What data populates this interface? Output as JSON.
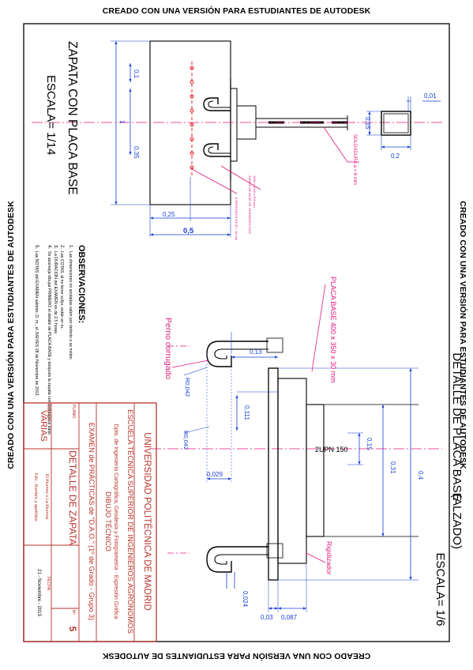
{
  "watermark": "CREADO CON UNA VERSIÓN PARA ESTUDIANTES DE AUTODESK",
  "zapata": {
    "title": "ZAPATA CON PLACA BASE",
    "scale": "ESCALA= 1/14",
    "dims": {
      "d01": "0,1",
      "d1": "1",
      "d035": "0,35",
      "d025": "0,25",
      "d05": "0,5",
      "d015": "0,15",
      "d02": "0,2",
      "d001": "0,01"
    },
    "callout_soldadura": "SOLDADURA a = 6 mm",
    "callout_zapata": "ZAPATA DE BASE DE HORMIGÓN H150",
    "callout_zapata2": "1000 x 1000 x 500 mm",
    "callout_redondos": "8 REDONDOS DE Ø = 18 mm"
  },
  "observaciones": {
    "title": "OBSERVACIONES:",
    "items": [
      {
        "num": "1.",
        "text": "Las dimensiones no acotadas salen por defecto o se miden."
      },
      {
        "num": "2.",
        "text": "Las COTAS, al no tener sufijo, están en m."
      },
      {
        "num": "3.",
        "text": "La DURACIÓN del EXAMEN es de 2,5 horas."
      },
      {
        "num": "4.",
        "text": "Se aconseja dibujar PRIMERO el detalle de PLACA BASE y después la zapata con dicha placa base."
      },
      {
        "num": "5.",
        "text": "Las NOTAS del EXAMEN saldrán, D. m., el JUEVES 28 de Noviembre de 2013."
      }
    ]
  },
  "placa": {
    "title": "DETALLE DE PLACA BASE",
    "subtitle": "(ALZADO)",
    "scale": "ESCALA= 1/6",
    "placa_label": "PLACA BASE 400 x 350 x 30 mm",
    "perno_label": "Perno corrugado",
    "rigidizador_label": "Rigidizador",
    "upn_label": "2UPN 150",
    "dims": {
      "d013": "0,13",
      "r0042a": "R0,042",
      "r0042b": "R0,042",
      "d0111": "0,111",
      "d0029": "0,029",
      "d015": "0,15",
      "d031": "0,31",
      "d04": "0,4",
      "d0024": "0,024",
      "d003": "0,03",
      "d0087": "0,087"
    }
  },
  "cajetin": {
    "university": "UNIVERSIDAD POLITÉCNICA DE MADRID",
    "school": "ESCUELA TÉCNICA SUPERIOR DE INGENIEROS AGRÓNOMOS",
    "dept": "Dpto. de Ingeniería Cartográfica, Geodesia y Fotogrametría - Expresión Gráfica",
    "subject": "DIBUJO TÉCNICO",
    "exam": "EXAMEN de PRÁCTICAS de \"D.A.O.\" (1º de Grado - Grupo 3)",
    "plano_label": "PLANO:",
    "plano_value": "DETALLE DE ZAPATA",
    "num_label": "Nº:",
    "num_value": "5",
    "escala_label": "ESCALA:",
    "escala_value": "VARIAS",
    "alumno_label": "El Alumno o La Alumna:",
    "alumno_sign": "Fdo.: Nombre y apellidos",
    "fecha_label": "FECHA:",
    "fecha_value": "21 - Noviembre - 2013"
  },
  "colors": {
    "magenta": "#e0177f",
    "red": "#e8202a",
    "blue": "#1a3fd6",
    "black": "#000000",
    "title_red": "#b8322b"
  }
}
